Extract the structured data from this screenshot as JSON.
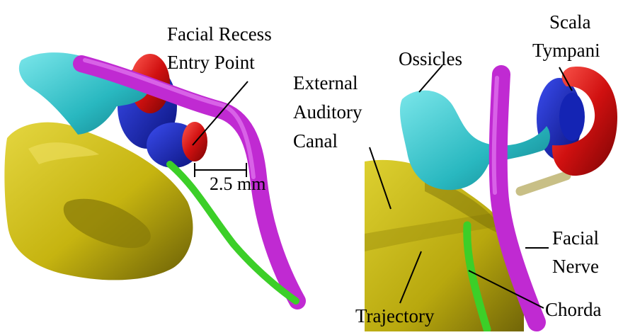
{
  "left_panel": {
    "labels": {
      "entry_line1": "Facial Recess",
      "entry_line2": "Entry Point",
      "scale": "2.5 mm"
    }
  },
  "right_panel": {
    "labels": {
      "scala_line1": "Scala",
      "scala_line2": "Tympani",
      "ossicles": "Ossicles",
      "eac_line1": "External",
      "eac_line2": "Auditory",
      "eac_line3": "Canal",
      "facial_line1": "Facial",
      "facial_line2": "Nerve",
      "trajectory": "Trajectory",
      "chorda": "Chorda"
    }
  },
  "colors": {
    "background": "#ffffff",
    "ear_canal": "#d4c21a",
    "ossicles": "#2fc6cc",
    "facial_nerve": "#c02ad2",
    "scala_tympani": "#c81010",
    "scala_vestibuli": "#1424b4",
    "chorda": "#3ccf28",
    "trajectory": "#c8bf86",
    "entry_point": "#d63a3a",
    "leader_lines": "#000000"
  }
}
